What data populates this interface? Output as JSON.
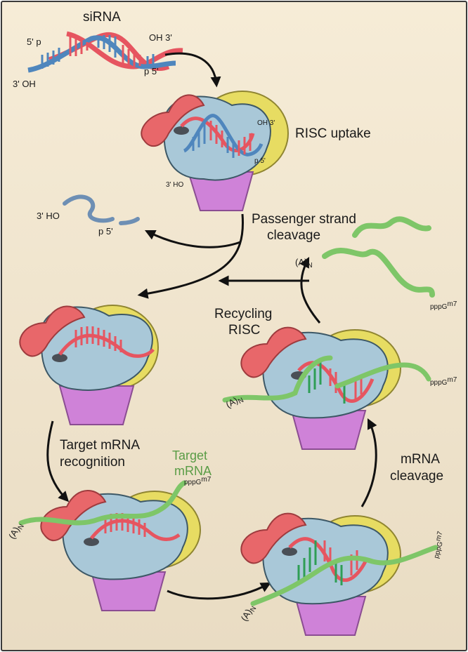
{
  "colors": {
    "background": "#f0e4cd",
    "border": "#3a3a3a",
    "body": "#a9c8d8",
    "body_outline": "#3d5866",
    "cap_red": "#e8676a",
    "yellow": "#e7dc62",
    "purple": "#cf82d8",
    "strand_red": "#e65560",
    "strand_blue": "#4f86bd",
    "mrna_green": "#7ec668",
    "arrow": "#111111"
  },
  "labels": {
    "sirna": "siRNA",
    "five_p": "5' p",
    "oh_three_top": "OH 3'",
    "three_oh_left": "3' OH",
    "p_five_right": "p 5'",
    "risc_uptake": "RISC uptake",
    "oh3_small": "OH 3'",
    "three_ho_small": "3' HO",
    "p5_small": "p 5'",
    "passenger_line1": "Passenger strand",
    "passenger_line2": "cleavage",
    "frag_3ho": "3' HO",
    "frag_p5": "p 5'",
    "recycling_line1": "Recycling",
    "recycling_line2": "RISC",
    "target_recog_line1": "Target mRNA",
    "target_recog_line2": "recognition",
    "target_mrna_line1": "Target",
    "target_mrna_line2": "mRNA",
    "mrna_cleavage_line1": "mRNA",
    "mrna_cleavage_line2": "cleavage",
    "polyA_base": "(A)",
    "polyA_sub": "N",
    "cap_base": "pppG",
    "cap_sup": "m7"
  }
}
